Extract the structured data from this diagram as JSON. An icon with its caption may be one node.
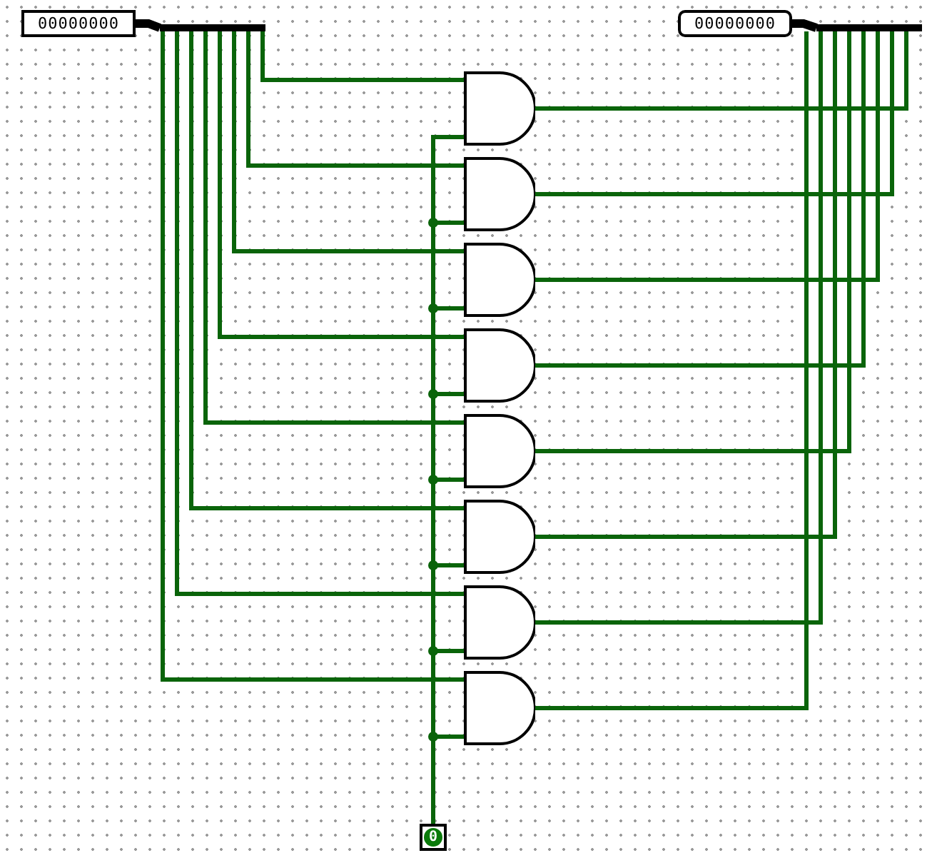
{
  "diagram": {
    "nodes": [
      {
        "text": [
          "00000000"
        ]
      },
      {
        "text": [],
        "shape": "bar"
      },
      {
        "text": [
          "00000000"
        ]
      },
      {
        "text": [],
        "shape": "bar"
      },
      {
        "text": [],
        "shape": "gate"
      },
      {
        "text": [],
        "shape": "gate"
      },
      {
        "text": [],
        "shape": "gate"
      },
      {
        "text": [],
        "shape": "gate"
      },
      {
        "text": [],
        "shape": "gate"
      },
      {
        "text": [],
        "shape": "gate"
      },
      {
        "text": [],
        "shape": "gate"
      },
      {
        "text": [],
        "shape": "gate"
      },
      {
        "text": [
          "0"
        ]
      }
    ],
    "edges": [
      {
        "from": 0,
        "to": 1,
        "arrow": "none",
        "style": "thick",
        "color": "#000000"
      },
      {
        "from": 1,
        "to": 4,
        "arrow": "none"
      },
      {
        "from": 1,
        "to": 5,
        "arrow": "none"
      },
      {
        "from": 1,
        "to": 6,
        "arrow": "none"
      },
      {
        "from": 1,
        "to": 7,
        "arrow": "none"
      },
      {
        "from": 1,
        "to": 8,
        "arrow": "none"
      },
      {
        "from": 1,
        "to": 9,
        "arrow": "none"
      },
      {
        "from": 1,
        "to": 10,
        "arrow": "none"
      },
      {
        "from": 1,
        "to": 11,
        "arrow": "none"
      },
      {
        "from": 12,
        "to": 4,
        "arrow": "none"
      },
      {
        "from": 12,
        "to": 5,
        "arrow": "none"
      },
      {
        "from": 12,
        "to": 6,
        "arrow": "none"
      },
      {
        "from": 12,
        "to": 7,
        "arrow": "none"
      },
      {
        "from": 12,
        "to": 8,
        "arrow": "none"
      },
      {
        "from": 12,
        "to": 9,
        "arrow": "none"
      },
      {
        "from": 12,
        "to": 10,
        "arrow": "none"
      },
      {
        "from": 12,
        "to": 11,
        "arrow": "none"
      },
      {
        "from": 4,
        "to": 3,
        "arrow": "none"
      },
      {
        "from": 5,
        "to": 3,
        "arrow": "none"
      },
      {
        "from": 6,
        "to": 3,
        "arrow": "none"
      },
      {
        "from": 7,
        "to": 3,
        "arrow": "none"
      },
      {
        "from": 8,
        "to": 3,
        "arrow": "none"
      },
      {
        "from": 9,
        "to": 3,
        "arrow": "none"
      },
      {
        "from": 10,
        "to": 3,
        "arrow": "none"
      },
      {
        "from": 11,
        "to": 3,
        "arrow": "none"
      },
      {
        "from": 3,
        "to": 2,
        "arrow": "none",
        "style": "thick",
        "color": "#000000"
      }
    ]
  }
}
